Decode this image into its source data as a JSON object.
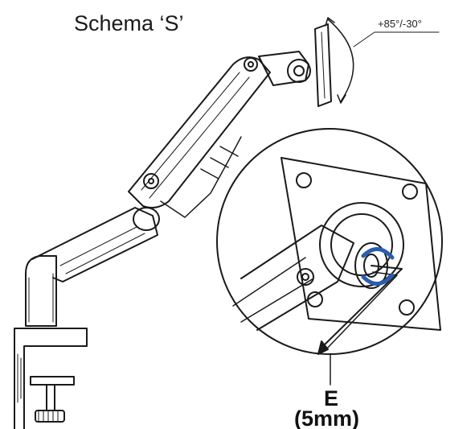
{
  "diagram": {
    "title": "Schema ‘S’",
    "tilt_range": "+85°/-30°",
    "tool_letter": "E",
    "tool_size": "(5mm)",
    "colors": {
      "line": "#1a1a1a",
      "adjust_arrow": "#2a5db0"
    }
  }
}
